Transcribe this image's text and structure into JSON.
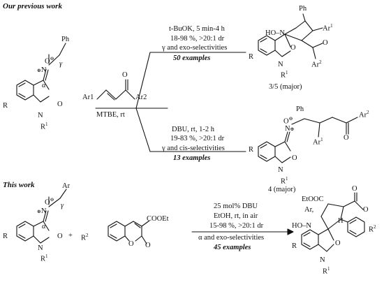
{
  "sections": {
    "previous": "Our previous work",
    "current": "This work"
  },
  "reactant_shared": {
    "solvent": "MTBE, rt",
    "alkene_substituents": [
      "Ar1",
      "Ar2"
    ]
  },
  "previous": {
    "upper": {
      "conditions": [
        "t-BuOK, 5 min-4 h",
        "18-98 %, >20:1 dr",
        "γ and exo-selectivities",
        "50 examples"
      ],
      "product_label": "3/5 (major)"
    },
    "lower": {
      "conditions": [
        "DBU, rt, 1-2 h",
        "19-83 %, >20:1 dr",
        "γ and cis-selectivities",
        "13 examples"
      ],
      "product_label": "4 (major)"
    }
  },
  "this_work": {
    "conditions": [
      "25 mol% DBU",
      "EtOH, rt, in air",
      "15-98 %, >20:1 dr",
      "α and exo-selectivities",
      "45 examples"
    ],
    "coumarin_ester": "COOEt",
    "product_ester": "EtOOC"
  },
  "colors": {
    "ink": "#111111",
    "background": "#ffffff"
  }
}
